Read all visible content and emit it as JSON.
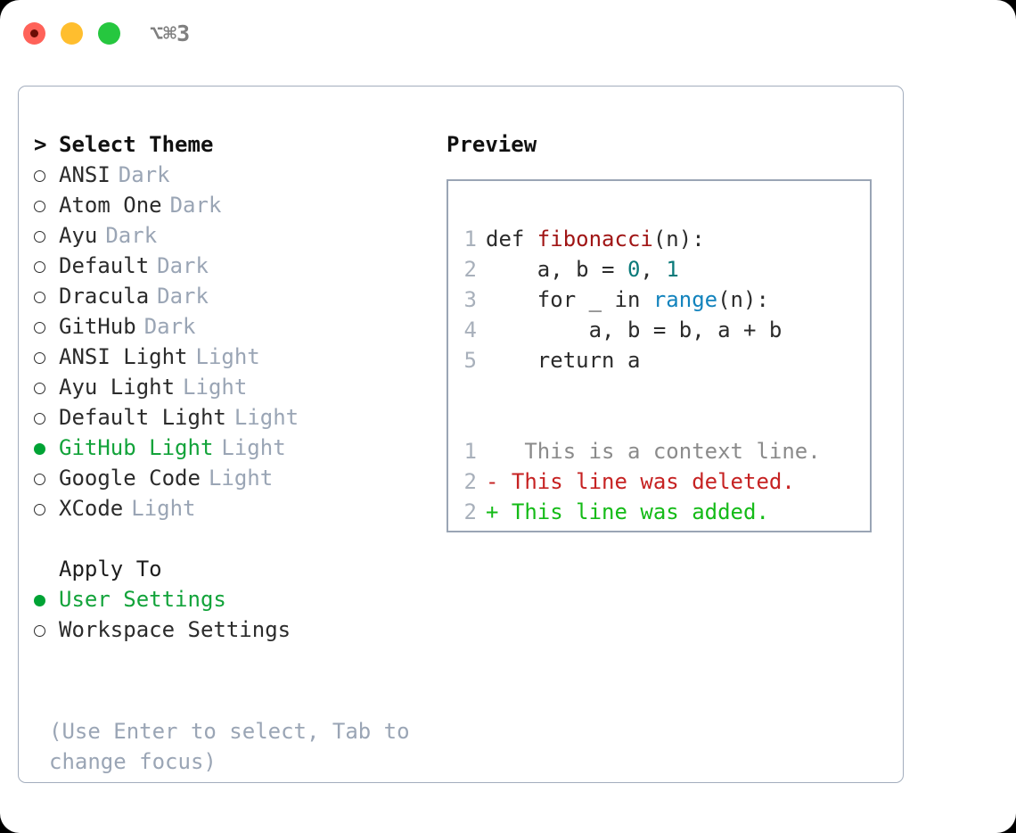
{
  "titlebar": {
    "shortcut": "⌥⌘3",
    "lights": [
      {
        "name": "close",
        "color": "#ff6259"
      },
      {
        "name": "minimize",
        "color": "#ffbe2e"
      },
      {
        "name": "maximize",
        "color": "#26c73f"
      }
    ]
  },
  "theme_section": {
    "prefix": ">",
    "title": "Select Theme",
    "items": [
      {
        "marker": "○",
        "label": "ANSI",
        "category": "Dark",
        "selected": false
      },
      {
        "marker": "○",
        "label": "Atom One",
        "category": "Dark",
        "selected": false
      },
      {
        "marker": "○",
        "label": "Ayu",
        "category": "Dark",
        "selected": false
      },
      {
        "marker": "○",
        "label": "Default",
        "category": "Dark",
        "selected": false
      },
      {
        "marker": "○",
        "label": "Dracula",
        "category": "Dark",
        "selected": false
      },
      {
        "marker": "○",
        "label": "GitHub",
        "category": "Dark",
        "selected": false
      },
      {
        "marker": "○",
        "label": "ANSI Light",
        "category": "Light",
        "selected": false
      },
      {
        "marker": "○",
        "label": "Ayu Light",
        "category": "Light",
        "selected": false
      },
      {
        "marker": "○",
        "label": "Default Light",
        "category": "Light",
        "selected": false
      },
      {
        "marker": "●",
        "label": "GitHub Light",
        "category": "Light",
        "selected": true
      },
      {
        "marker": "○",
        "label": "Google Code",
        "category": "Light",
        "selected": false
      },
      {
        "marker": "○",
        "label": "XCode",
        "category": "Light",
        "selected": false
      }
    ]
  },
  "apply_section": {
    "title": "Apply To",
    "items": [
      {
        "marker": "●",
        "label": "User Settings",
        "selected": true
      },
      {
        "marker": "○",
        "label": "Workspace Settings",
        "selected": false
      }
    ]
  },
  "hint": "(Use Enter to select, Tab to change focus)",
  "preview": {
    "title": "Preview",
    "code_lines": [
      {
        "num": "1",
        "segments": [
          {
            "text": "def ",
            "tok": "plain"
          },
          {
            "text": "fibonacci",
            "tok": "fn"
          },
          {
            "text": "(n):",
            "tok": "plain"
          }
        ]
      },
      {
        "num": "2",
        "segments": [
          {
            "text": "    a, b = ",
            "tok": "plain"
          },
          {
            "text": "0",
            "tok": "num"
          },
          {
            "text": ", ",
            "tok": "plain"
          },
          {
            "text": "1",
            "tok": "num"
          }
        ]
      },
      {
        "num": "3",
        "segments": [
          {
            "text": "    for _ in ",
            "tok": "plain"
          },
          {
            "text": "range",
            "tok": "call"
          },
          {
            "text": "(n):",
            "tok": "plain"
          }
        ]
      },
      {
        "num": "4",
        "segments": [
          {
            "text": "        a, b = b, a + b",
            "tok": "plain"
          }
        ]
      },
      {
        "num": "5",
        "segments": [
          {
            "text": "    return a",
            "tok": "plain"
          }
        ]
      }
    ],
    "diff_lines": [
      {
        "num": "1",
        "sign": " ",
        "text": "  This is a context line.",
        "kind": "context"
      },
      {
        "num": "2",
        "sign": "-",
        "text": " This line was deleted.",
        "kind": "deleted"
      },
      {
        "num": "2",
        "sign": "+",
        "text": " This line was added.",
        "kind": "added"
      }
    ]
  },
  "colors": {
    "accent_green": "#12a33a",
    "muted": "#9aa5b5",
    "border": "#a3adbd",
    "fn_red": "#a01515",
    "num_teal": "#0a7a7a",
    "call_blue": "#1283bd",
    "diff_deleted": "#c62222",
    "diff_added": "#14bb17"
  }
}
